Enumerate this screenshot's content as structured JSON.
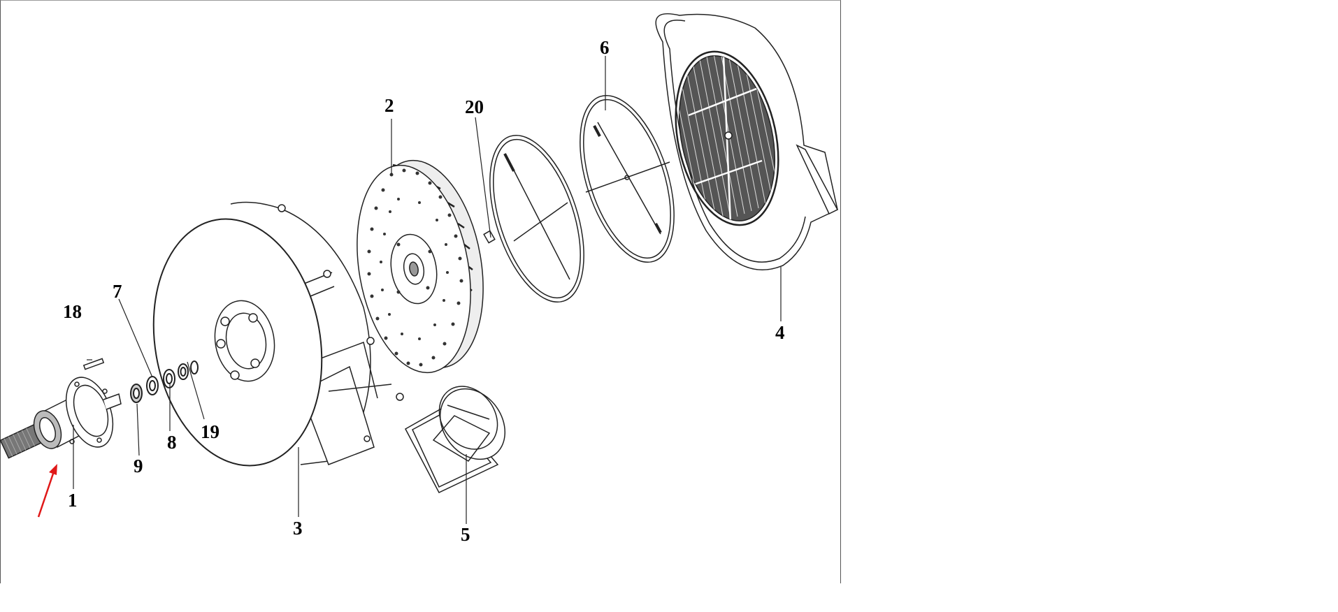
{
  "diagram": {
    "part_labels": {
      "p1": "1",
      "p2": "2",
      "p3": "3",
      "p4": "4",
      "p5": "5",
      "p6": "6",
      "p7": "7",
      "p8": "8",
      "p9": "9",
      "p18": "18",
      "p19": "19",
      "p20": "20"
    },
    "colors": {
      "line": "#222222",
      "arrow": "#e01818",
      "grille": "#333333",
      "background": "#ffffff"
    }
  }
}
